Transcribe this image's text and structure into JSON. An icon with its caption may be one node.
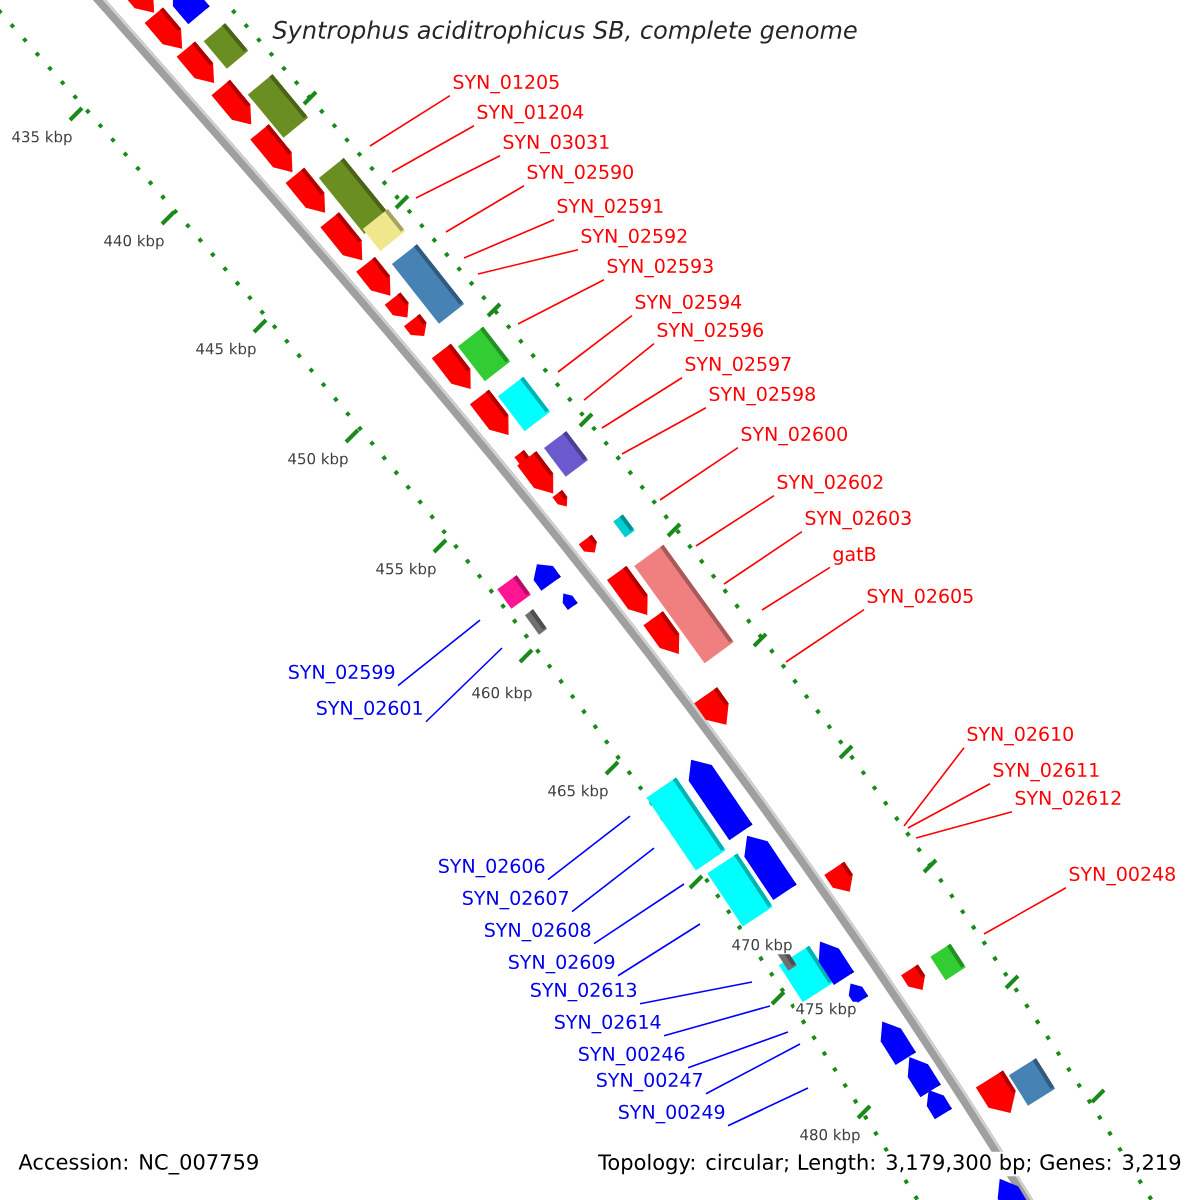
{
  "diagram": {
    "title": "Syntrophus aciditrophicus SB, complete genome",
    "nodes": [
      {
        "text": [
          "SYN_01205"
        ]
      },
      {
        "text": [
          "SYN_01204"
        ]
      },
      {
        "text": [
          "SYN_03031"
        ]
      },
      {
        "text": [
          "SYN_02590"
        ]
      },
      {
        "text": [
          "SYN_02591"
        ]
      },
      {
        "text": [
          "SYN_02592"
        ]
      },
      {
        "text": [
          "SYN_02593"
        ]
      },
      {
        "text": [
          "SYN_02594"
        ]
      },
      {
        "text": [
          "SYN_02596"
        ]
      },
      {
        "text": [
          "SYN_02597"
        ]
      },
      {
        "text": [
          "SYN_02598"
        ]
      },
      {
        "text": [
          "SYN_02600"
        ]
      },
      {
        "text": [
          "SYN_02602"
        ]
      },
      {
        "text": [
          "SYN_02603"
        ]
      },
      {
        "text": [
          "gatB"
        ]
      },
      {
        "text": [
          "SYN_02605"
        ]
      },
      {
        "text": [
          "SYN_02610"
        ]
      },
      {
        "text": [
          "SYN_02611"
        ]
      },
      {
        "text": [
          "SYN_02612"
        ]
      },
      {
        "text": [
          "SYN_00248"
        ]
      },
      {
        "text": [
          "SYN_02599"
        ]
      },
      {
        "text": [
          "SYN_02601"
        ]
      },
      {
        "text": [
          "SYN_02606"
        ]
      },
      {
        "text": [
          "SYN_02607"
        ]
      },
      {
        "text": [
          "SYN_02608"
        ]
      },
      {
        "text": [
          "SYN_02609"
        ]
      },
      {
        "text": [
          "SYN_02613"
        ]
      },
      {
        "text": [
          "SYN_02614"
        ]
      },
      {
        "text": [
          "SYN_00246"
        ]
      },
      {
        "text": [
          "SYN_00247"
        ]
      },
      {
        "text": [
          "SYN_00249"
        ]
      }
    ],
    "edges": [
      {
        "from": 0,
        "to": null,
        "arrow": "none"
      },
      {
        "from": 1,
        "to": null,
        "arrow": "none"
      },
      {
        "from": 2,
        "to": null,
        "arrow": "none"
      },
      {
        "from": 3,
        "to": null,
        "arrow": "none"
      },
      {
        "from": 4,
        "to": null,
        "arrow": "none"
      },
      {
        "from": 5,
        "to": null,
        "arrow": "none"
      },
      {
        "from": 6,
        "to": null,
        "arrow": "none"
      },
      {
        "from": 7,
        "to": null,
        "arrow": "none"
      },
      {
        "from": 8,
        "to": null,
        "arrow": "none"
      },
      {
        "from": 9,
        "to": null,
        "arrow": "none"
      },
      {
        "from": 10,
        "to": null,
        "arrow": "none"
      },
      {
        "from": 11,
        "to": null,
        "arrow": "none"
      },
      {
        "from": 12,
        "to": null,
        "arrow": "none"
      },
      {
        "from": 13,
        "to": null,
        "arrow": "none"
      },
      {
        "from": 14,
        "to": null,
        "arrow": "none"
      },
      {
        "from": 15,
        "to": null,
        "arrow": "none"
      },
      {
        "from": 16,
        "to": null,
        "arrow": "none"
      },
      {
        "from": 17,
        "to": null,
        "arrow": "none"
      },
      {
        "from": 18,
        "to": null,
        "arrow": "none"
      },
      {
        "from": 19,
        "to": null,
        "arrow": "none"
      },
      {
        "from": 20,
        "to": null,
        "arrow": "none",
        "color": "#0000ff"
      },
      {
        "from": 21,
        "to": null,
        "arrow": "none",
        "color": "#0000ff"
      },
      {
        "from": 22,
        "to": null,
        "arrow": "none",
        "color": "#0000ff"
      },
      {
        "from": 23,
        "to": null,
        "arrow": "none",
        "color": "#0000ff"
      },
      {
        "from": 24,
        "to": null,
        "arrow": "none",
        "color": "#0000ff"
      },
      {
        "from": 25,
        "to": null,
        "arrow": "none",
        "color": "#0000ff"
      },
      {
        "from": 26,
        "to": null,
        "arrow": "none",
        "color": "#0000ff"
      },
      {
        "from": 27,
        "to": null,
        "arrow": "none",
        "color": "#0000ff"
      },
      {
        "from": 28,
        "to": null,
        "arrow": "none",
        "color": "#0000ff"
      },
      {
        "from": 29,
        "to": null,
        "arrow": "none",
        "color": "#0000ff"
      },
      {
        "from": 30,
        "to": null,
        "arrow": "none",
        "color": "#0000ff"
      }
    ],
    "labels": [
      "435 kbp",
      "440 kbp",
      "445 kbp",
      "450 kbp",
      "455 kbp",
      "460 kbp",
      "465 kbp",
      "470 kbp",
      "475 kbp",
      "480 kbp",
      "Accession: NC_007759",
      "Topology: circular; Length: 3,179,300 bp; Genes: 3,219"
    ]
  }
}
